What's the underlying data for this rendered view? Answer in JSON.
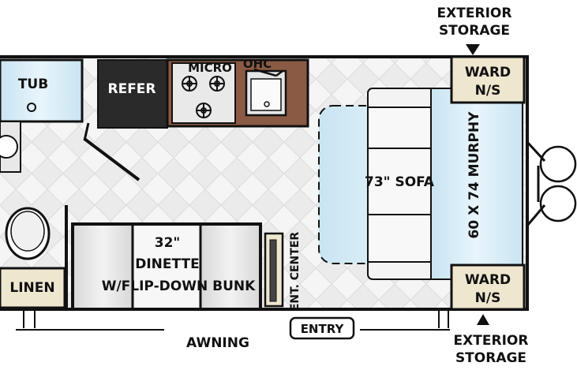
{
  "labels": {
    "ext_storage_top_1": "EXTERIOR",
    "ext_storage_top_2": "STORAGE",
    "ext_storage_bottom_1": "EXTERIOR",
    "ext_storage_bottom_2": "STORAGE",
    "ward_top_1": "WARD",
    "ward_top_2": "N/S",
    "ward_bottom_1": "WARD",
    "ward_bottom_2": "N/S",
    "tub": "TUB",
    "refer": "REFER",
    "micro": "MICRO",
    "ohc": "OHC",
    "sofa": "73\" SOFA",
    "murphy": "60 X 74 MURPHY",
    "dinette_1": "32\"",
    "dinette_2": "DINETTE",
    "dinette_3": "W/FLIP-DOWN BUNK",
    "ent_center": "ENT. CENTER",
    "linen": "LINEN",
    "entry": "ENTRY",
    "awning": "AWNING"
  },
  "colors": {
    "outline": "#111111",
    "floor": "#f4f4f4",
    "floor_pattern": "#dcdcdc",
    "cabinet_tan": "#efe6cf",
    "counter_brown": "#8a5a44",
    "bed_blue": "#d6ecf6",
    "fridge": "#2a2a2a",
    "grey_furniture": "#e2e2e2"
  }
}
